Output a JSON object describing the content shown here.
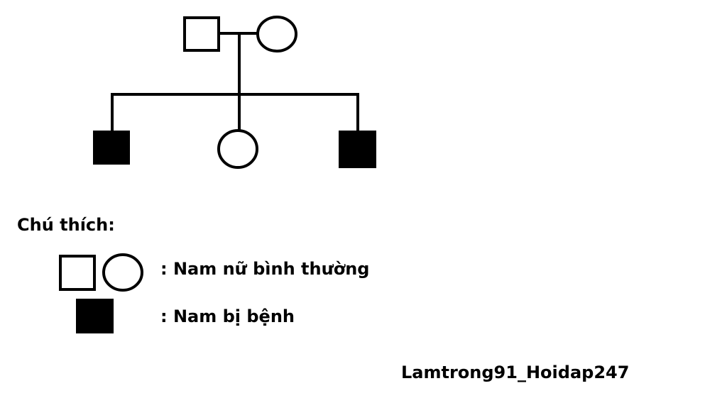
{
  "colors": {
    "line": "#000000",
    "affected_fill": "#000000",
    "normal_fill": "#ffffff",
    "background": "#ffffff"
  },
  "pedigree": {
    "generation_1": [
      {
        "sex": "male",
        "status": "normal"
      },
      {
        "sex": "female",
        "status": "normal"
      }
    ],
    "generation_2": [
      {
        "sex": "male",
        "status": "affected"
      },
      {
        "sex": "female",
        "status": "normal"
      },
      {
        "sex": "male",
        "status": "affected"
      }
    ]
  },
  "legend": {
    "title": "Chú thích:",
    "normal_label": ": Nam nữ bình thường",
    "affected_label": ": Nam bị bệnh"
  },
  "credit": "Lamtrong91_Hoidap247"
}
